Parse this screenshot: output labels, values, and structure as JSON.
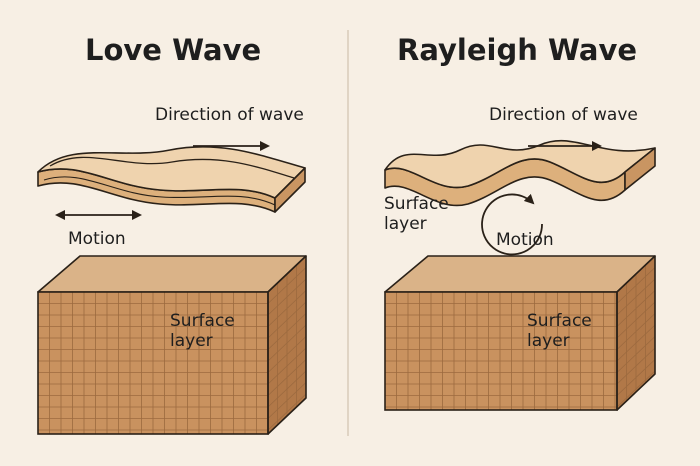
{
  "palette": {
    "background": "#f7efe4",
    "block_top": "#dab388",
    "block_front": "#c9925f",
    "block_side": "#b17848",
    "block_grid": "#9c6a3f",
    "wave_top": "#efd3ae",
    "wave_front": "#ddb07c",
    "wave_side": "#c99562",
    "outline": "#2a2118",
    "divider": "#d8cbb9"
  },
  "panels": [
    {
      "title": "Love Wave",
      "direction_label": "Direction of wave",
      "motion_label": "Motion",
      "motion_icon": "double-arrow-icon",
      "block_label": [
        "Surface",
        "layer"
      ]
    },
    {
      "title": "Rayleigh Wave",
      "direction_label": "Direction of wave",
      "motion_label": "Motion",
      "motion_icon": "circular-arrow-icon",
      "surface_label": [
        "Surface",
        "layer"
      ],
      "block_label": [
        "Surface",
        "layer"
      ]
    }
  ]
}
